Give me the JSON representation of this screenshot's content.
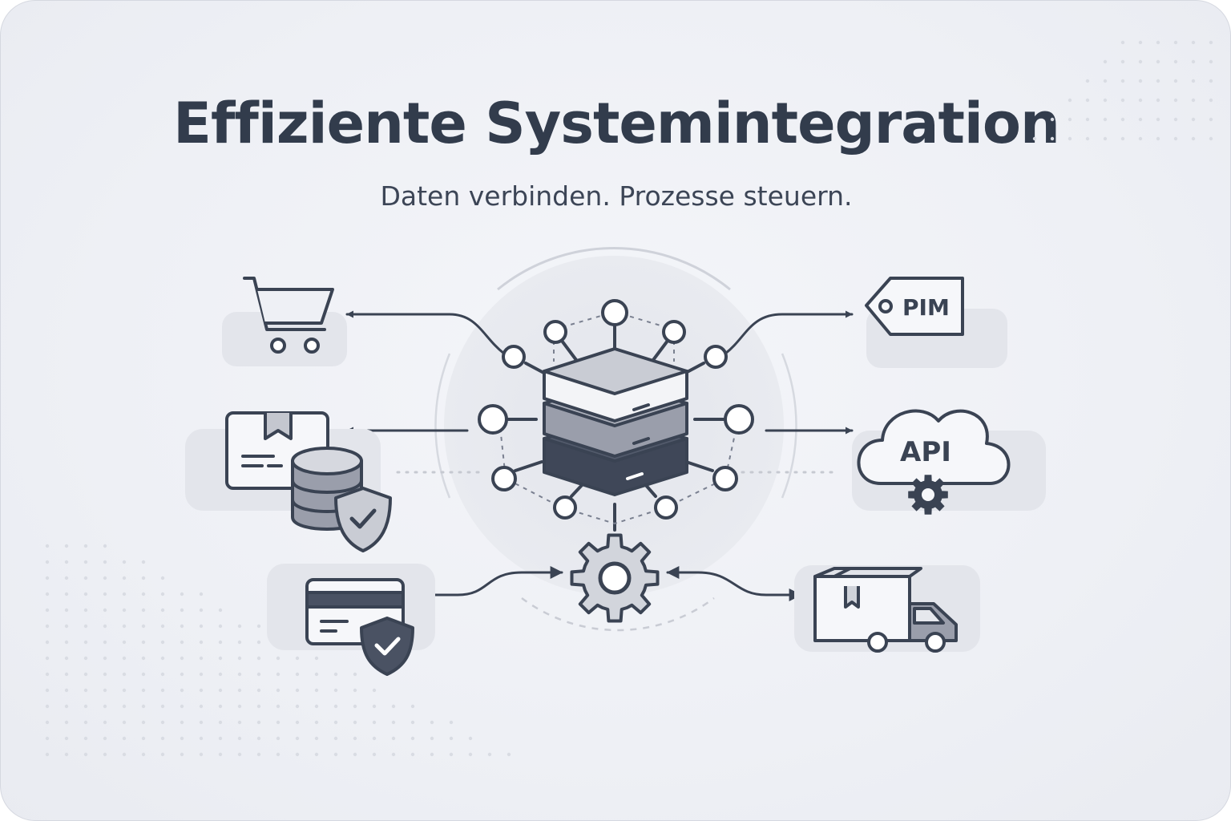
{
  "title": "Effiziente Systemintegration",
  "subtitle": "Daten verbinden. Prozesse steuern.",
  "nodes": {
    "shop": {
      "icon": "shopping-cart-icon"
    },
    "erp": {
      "icon": "box-database-shield-icon"
    },
    "payment": {
      "icon": "credit-card-shield-icon"
    },
    "pim": {
      "icon": "price-tag-icon",
      "label": "PIM"
    },
    "api": {
      "icon": "cloud-gear-icon",
      "label": "API"
    },
    "logistics": {
      "icon": "delivery-truck-icon"
    },
    "hub": {
      "icon": "server-stack-icon"
    },
    "process": {
      "icon": "gear-icon"
    }
  },
  "colors": {
    "stroke": "#3a4353",
    "background": "#eef0f5",
    "panel": "#e4e6ec",
    "accent_gray": "#8c90a0"
  }
}
